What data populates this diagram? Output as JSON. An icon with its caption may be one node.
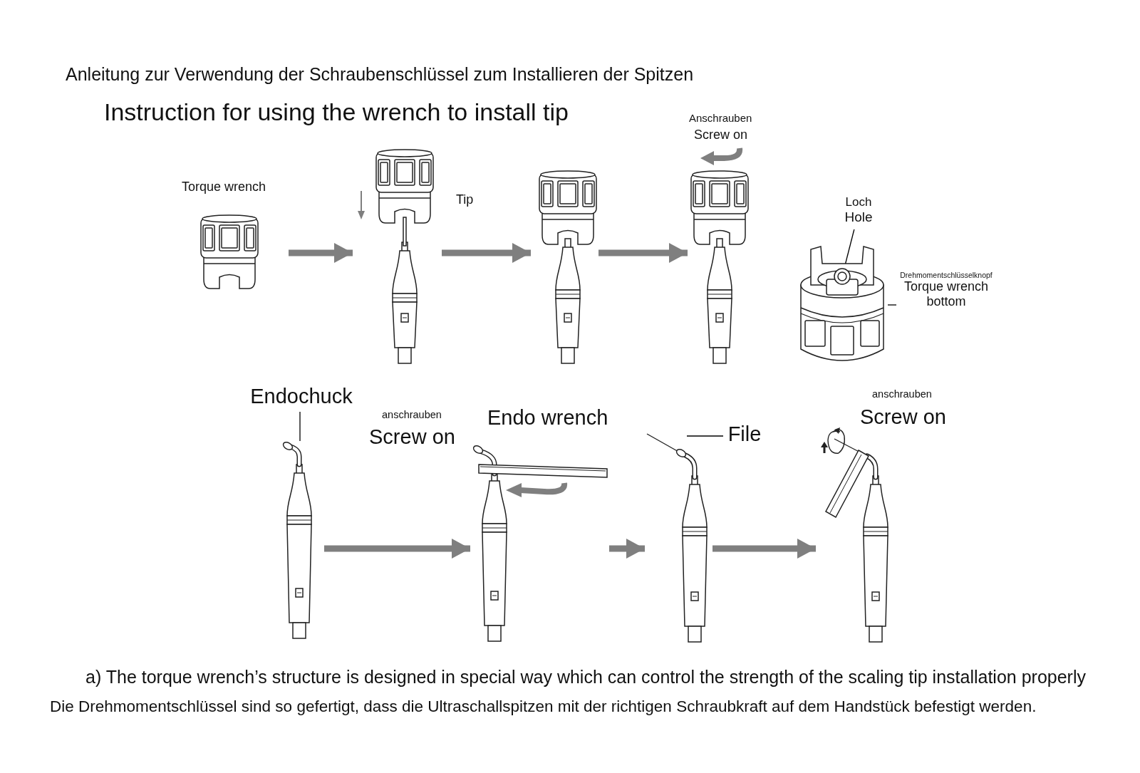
{
  "diagram": {
    "title": "Instruction for using the wrench to install tip",
    "caption": "a) The torque wrench’s structure is designed in special way which can control the strength of the scaling tip installation properly",
    "nodes": [
      {
        "text": [],
        "shape": "picture",
        "beside": [
          "Torque wrench"
        ]
      },
      {
        "text": [],
        "shape": "picture",
        "beside": [
          "Tip"
        ]
      },
      {
        "text": [],
        "shape": "picture"
      },
      {
        "text": [],
        "shape": "picture",
        "beside": [
          "Anschrauben",
          "Screw on"
        ]
      },
      {
        "text": [
          "Loch",
          "Hole"
        ]
      },
      {
        "text": [],
        "shape": "picture"
      },
      {
        "text": [],
        "shape": "circle"
      },
      {
        "text": [
          "Drehmomentschlüsselknopf",
          "Torque wrench bottom"
        ]
      },
      {
        "text": [
          "Endochuck"
        ]
      },
      {
        "text": [],
        "shape": "picture"
      },
      {
        "text": [],
        "shape": "picture"
      },
      {
        "text": [],
        "shape": "picture",
        "beside": [
          "anschrauben",
          "Screw on",
          "Endo wrench"
        ]
      },
      {
        "text": [
          "File"
        ]
      },
      {
        "text": [],
        "shape": "picture"
      },
      {
        "text": [],
        "shape": "picture"
      },
      {
        "text": [],
        "shape": "picture",
        "beside": [
          "anschrauben",
          "Screw on"
        ]
      }
    ],
    "edges": [
      {
        "from": 0,
        "to": 1,
        "arrow": "to"
      },
      {
        "from": 1,
        "to": 2,
        "arrow": "to"
      },
      {
        "from": 2,
        "to": 3,
        "arrow": "to"
      },
      {
        "from": 4,
        "to": 6,
        "arrow": "none",
        "color": "#000000"
      },
      {
        "from": 7,
        "to": 5,
        "arrow": "none",
        "color": "#000000"
      },
      {
        "from": 8,
        "to": 10,
        "arrow": "none",
        "color": "#000000"
      },
      {
        "from": 9,
        "to": 11,
        "arrow": "to"
      },
      {
        "from": 11,
        "to": 13,
        "arrow": "to"
      },
      {
        "from": 12,
        "to": 14,
        "arrow": "none",
        "color": "#000000"
      },
      {
        "from": 13,
        "to": 15,
        "arrow": "to"
      }
    ],
    "labels": [
      "Anleitung zur Verwendung der Schraubenschlüssel zum Installieren der Spitzen",
      "Die Drehmomentschlüssel sind so gefertigt, dass die Ultraschallspitzen mit der richtigen Schraubkraft auf dem Handstück befestigt werden."
    ]
  }
}
